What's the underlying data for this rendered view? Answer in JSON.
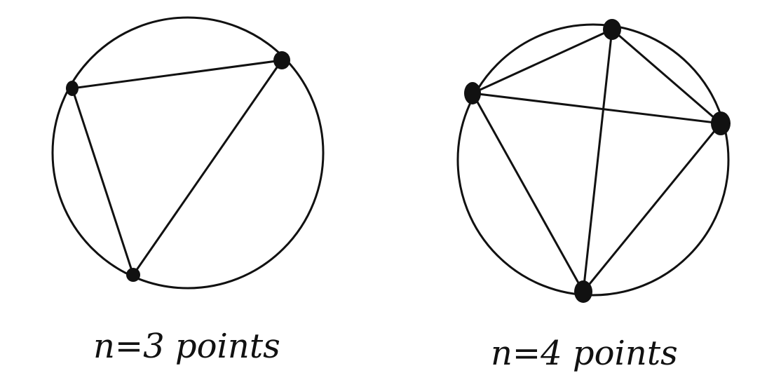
{
  "colors": {
    "stroke": "#111111",
    "background": "#ffffff"
  },
  "figures": [
    {
      "caption": "n=3 points",
      "point_count": 3,
      "chord_count": 3
    },
    {
      "caption": "n=4 points",
      "point_count": 4,
      "chord_count": 6
    }
  ]
}
